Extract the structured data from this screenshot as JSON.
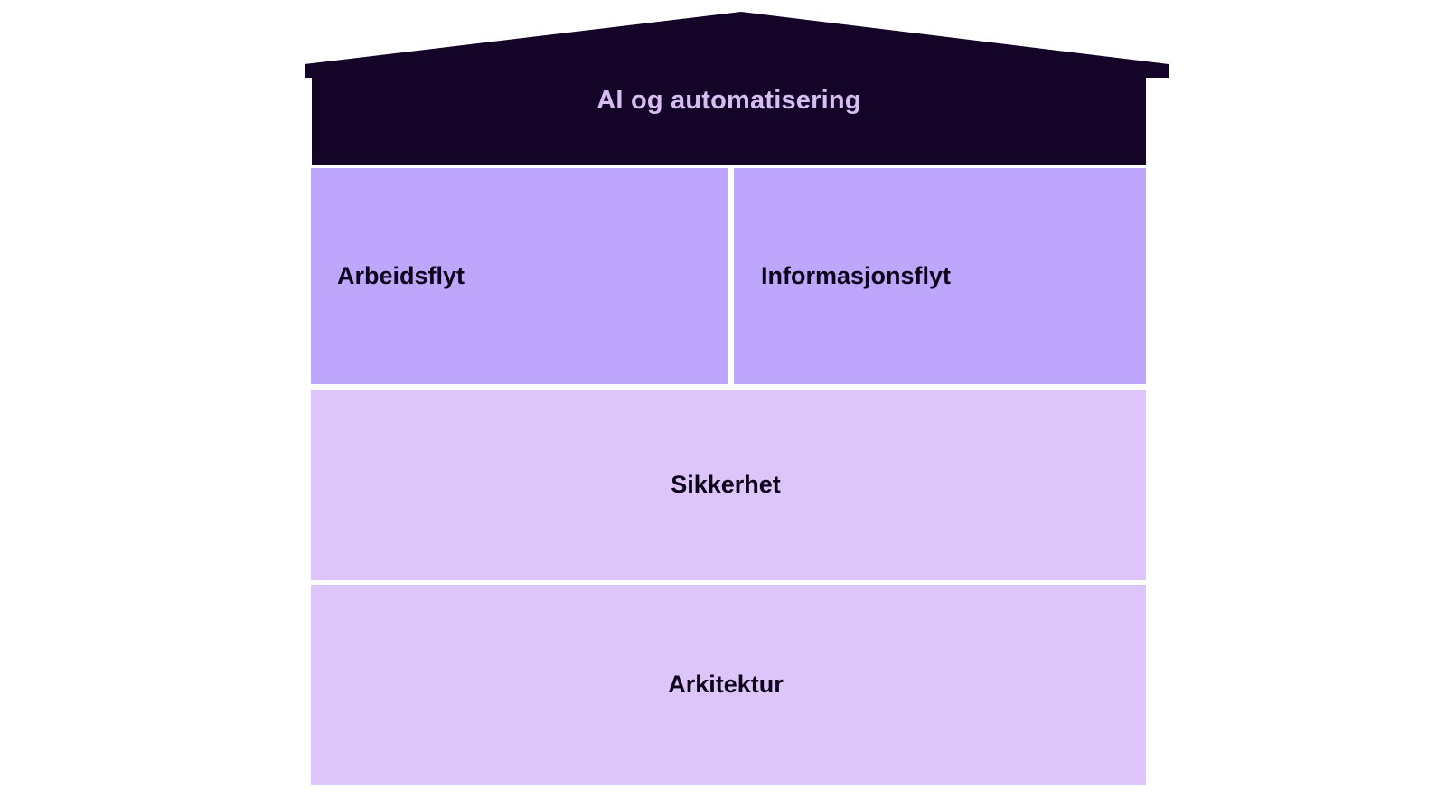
{
  "diagram": {
    "type": "house-framework",
    "title_block": {
      "label": "AI og automatisering",
      "shape": "roof-gable",
      "background_color": "#140428",
      "text_color": "#d7bdf2"
    },
    "rows": [
      {
        "name": "flows",
        "background_color": "#bda6fc",
        "cells": [
          {
            "label": "Arbeidsflyt",
            "align": "left"
          },
          {
            "label": "Informasjonsflyt",
            "align": "left"
          }
        ]
      },
      {
        "name": "security",
        "background_color": "#ddc5f9",
        "cells": [
          {
            "label": "Sikkerhet",
            "align": "center"
          }
        ]
      },
      {
        "name": "architecture",
        "background_color": "#ddc5f9",
        "cells": [
          {
            "label": "Arkitektur",
            "align": "center"
          }
        ]
      }
    ],
    "colors": {
      "canvas": "#ffffff",
      "roof": "#140428",
      "roof_text": "#d7bdf2",
      "upper_blocks": "#bda6fc",
      "lower_blocks": "#ddc5f9",
      "block_text": "#0b0118",
      "divider": "#ffffff"
    }
  }
}
